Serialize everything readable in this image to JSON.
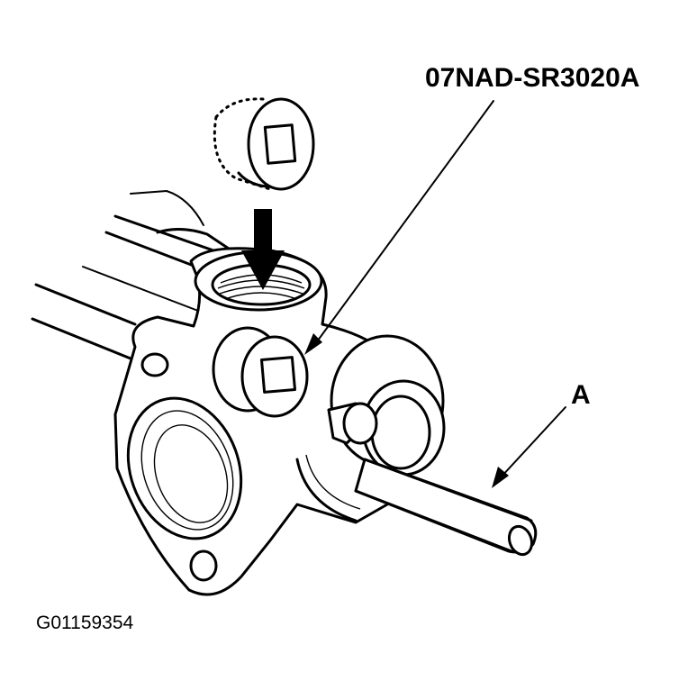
{
  "figure": {
    "tool_label": "07NAD-SR3020A",
    "part_label": "A",
    "figure_id": "G01159354"
  },
  "colors": {
    "ink": "#000000",
    "background": "#ffffff"
  }
}
